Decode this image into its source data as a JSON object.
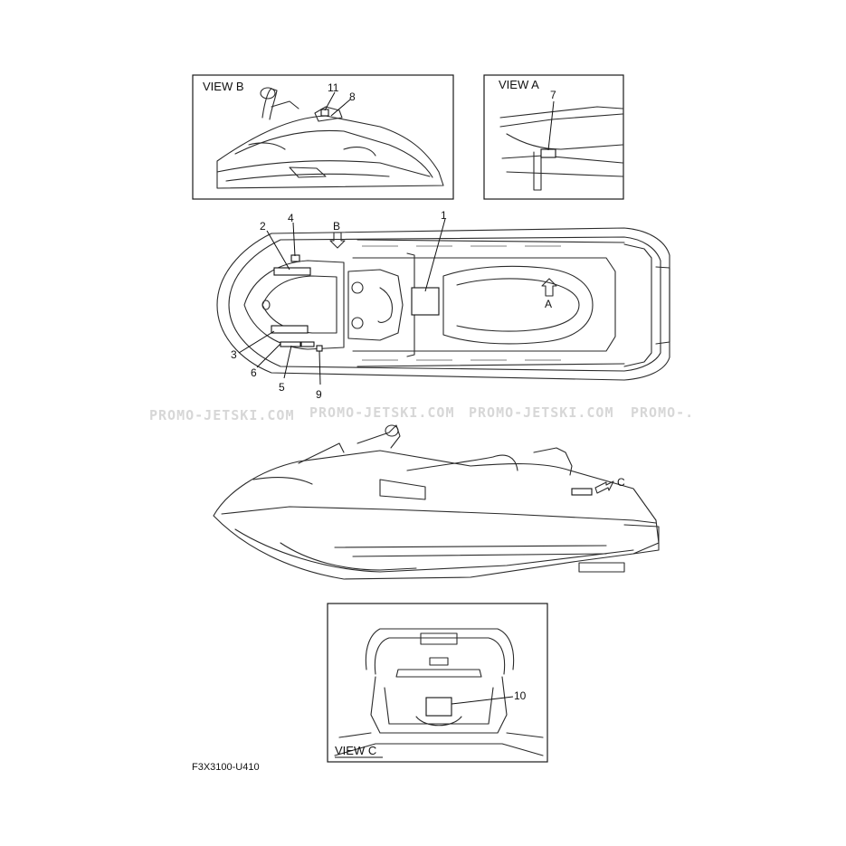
{
  "views": {
    "b": {
      "title": "VIEW B"
    },
    "a": {
      "title": "VIEW A"
    },
    "c": {
      "title": "VIEW C"
    }
  },
  "callouts": {
    "n1": "1",
    "n2": "2",
    "n3": "3",
    "n4": "4",
    "n5": "5",
    "n6": "6",
    "n7": "7",
    "n8": "8",
    "n9": "9",
    "n10": "10",
    "n11": "11"
  },
  "arrows": {
    "a": "A",
    "b": "B",
    "c": "C"
  },
  "watermark": {
    "w1": "PROMO-JETSKI.COM",
    "w2": "PROMO-JETSKI.COM",
    "w3": "PROMO-JETSKI.COM",
    "w4": "PROMO-."
  },
  "diagram_code": "F3X3100-U410"
}
